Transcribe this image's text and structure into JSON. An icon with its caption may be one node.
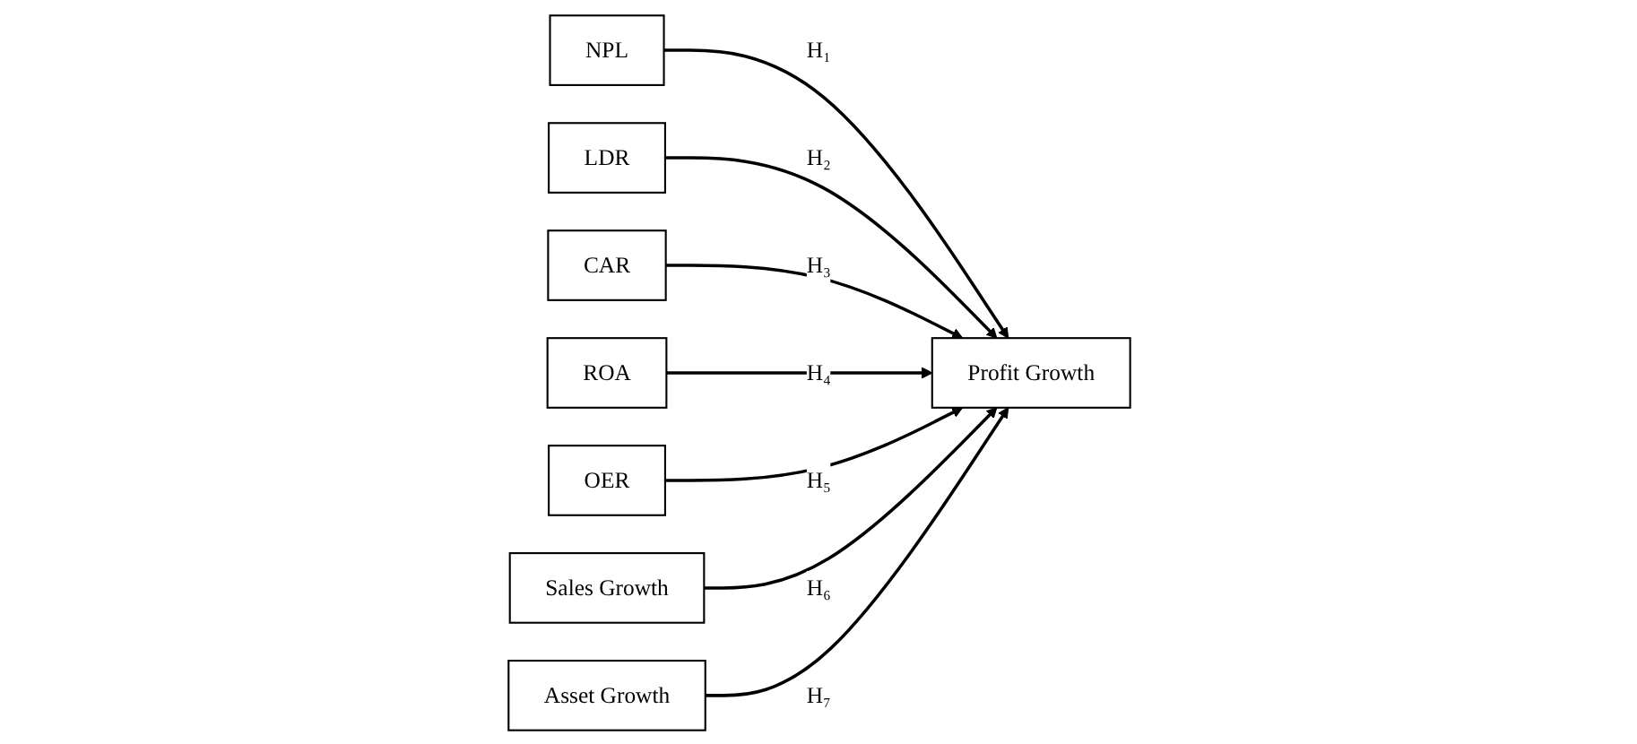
{
  "diagram": {
    "nodes": [
      {
        "text": [
          "NPL"
        ]
      },
      {
        "text": [
          "LDR"
        ]
      },
      {
        "text": [
          "CAR"
        ]
      },
      {
        "text": [
          "ROA"
        ]
      },
      {
        "text": [
          "OER"
        ]
      },
      {
        "text": [
          "Profit Growth"
        ]
      },
      {
        "text": [
          "Sales Growth"
        ]
      },
      {
        "text": [
          "Asset Growth"
        ]
      }
    ],
    "edges": [
      {
        "from": 0,
        "to": 5,
        "arrow": "to",
        "label": "H₁"
      },
      {
        "from": 1,
        "to": 5,
        "arrow": "to",
        "label": "H₂"
      },
      {
        "from": 2,
        "to": 5,
        "arrow": "to",
        "label": "H₃"
      },
      {
        "from": 3,
        "to": 5,
        "arrow": "to",
        "label": "H₄"
      },
      {
        "from": 4,
        "to": 5,
        "arrow": "to",
        "label": "H₅"
      },
      {
        "from": 6,
        "to": 5,
        "arrow": "to",
        "label": "H₆"
      },
      {
        "from": 7,
        "to": 5,
        "arrow": "to",
        "label": "H₇"
      }
    ]
  }
}
